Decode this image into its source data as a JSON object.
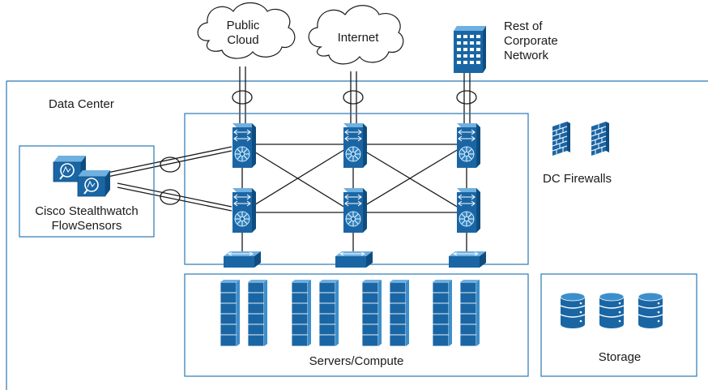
{
  "labels": {
    "public_cloud": "Public Cloud",
    "internet": "Internet",
    "rest_of_network": "Rest of Corporate Network",
    "data_center": "Data Center",
    "dc_firewalls": "DC Firewalls",
    "flowsensors": "Cisco Stealthwatch FlowSensors",
    "servers": "Servers/Compute",
    "storage": "Storage"
  },
  "colors": {
    "line": "#2a78b5",
    "icon_dark": "#1a66a5",
    "icon_light": "#3d8fcc",
    "text": "#1a1a1a"
  },
  "icons": {
    "cloud": "cloud-icon",
    "building": "building-icon",
    "core_switch": "multilayer-switch-icon",
    "access_switch": "switch-icon",
    "firewall": "firewall-icon",
    "sensor": "flow-sensor-icon",
    "server": "server-rack-icon",
    "storage": "database-icon"
  }
}
